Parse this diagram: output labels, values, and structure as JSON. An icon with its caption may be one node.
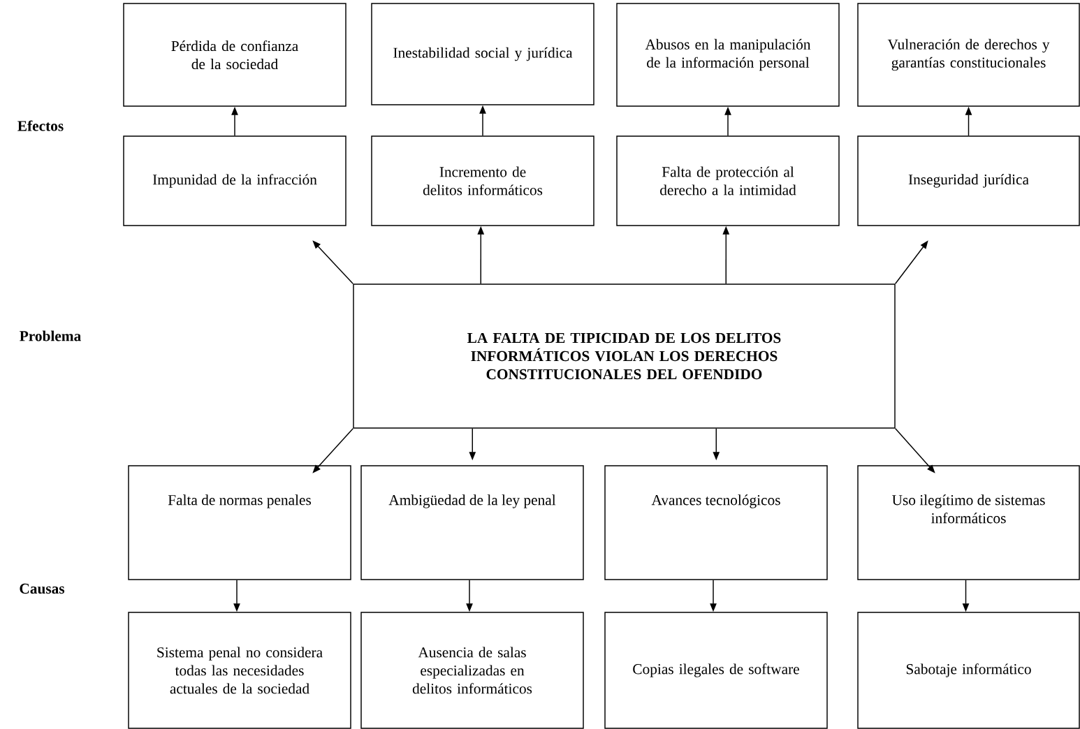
{
  "diagram": {
    "nodes": [
      {
        "text": [
          "Pérdida de confianza de la sociedad"
        ]
      },
      {
        "text": [
          "Inestabilidad social y jurídica"
        ]
      },
      {
        "text": [
          "Abusos en la manipulación de la información personal"
        ]
      },
      {
        "text": [
          "Vulneración de derechos y garantías constitucionales"
        ]
      },
      {
        "text": [
          "Impunidad de la infracción"
        ]
      },
      {
        "text": [
          "Incremento de delitos informáticos"
        ]
      },
      {
        "text": [
          "Falta de protección al derecho a la intimidad"
        ]
      },
      {
        "text": [
          "Inseguridad jurídica"
        ]
      },
      {
        "text": [
          "LA FALTA DE TIPICIDAD DE LOS DELITOS INFORMÁTICOS VIOLAN LOS DERECHOS CONSTITUCIONALES DEL OFENDIDO"
        ]
      },
      {
        "text": [
          "Falta de normas penales"
        ]
      },
      {
        "text": [
          "Ambigüedad de la ley penal"
        ]
      },
      {
        "text": [
          "Avances tecnológicos"
        ]
      },
      {
        "text": [
          "Uso ilegítimo de sistemas informáticos"
        ]
      },
      {
        "text": [
          "Sistema penal no considera todas las necesidades actuales de la sociedad"
        ]
      },
      {
        "text": [
          "Ausencia de salas especializadas en delitos informáticos"
        ]
      },
      {
        "text": [
          "Copias ilegales de software"
        ]
      },
      {
        "text": [
          "Sabotaje informático"
        ]
      }
    ],
    "edges": [
      {
        "from": 4,
        "to": 0,
        "arrow": "to"
      },
      {
        "from": 5,
        "to": 1,
        "arrow": "to"
      },
      {
        "from": 6,
        "to": 2,
        "arrow": "to"
      },
      {
        "from": 7,
        "to": 3,
        "arrow": "to"
      },
      {
        "from": 8,
        "to": 4,
        "arrow": "to"
      },
      {
        "from": 8,
        "to": 5,
        "arrow": "to"
      },
      {
        "from": 8,
        "to": 6,
        "arrow": "to"
      },
      {
        "from": 8,
        "to": 7,
        "arrow": "to"
      },
      {
        "from": 8,
        "to": 9,
        "arrow": "to"
      },
      {
        "from": 8,
        "to": 10,
        "arrow": "to"
      },
      {
        "from": 8,
        "to": 11,
        "arrow": "to"
      },
      {
        "from": 8,
        "to": 12,
        "arrow": "to"
      },
      {
        "from": 9,
        "to": 13,
        "arrow": "to"
      },
      {
        "from": 10,
        "to": 14,
        "arrow": "to"
      },
      {
        "from": 11,
        "to": 15,
        "arrow": "to"
      },
      {
        "from": 12,
        "to": 16,
        "arrow": "to"
      }
    ],
    "labels": [
      "Efectos",
      "Problema",
      "Causas"
    ]
  }
}
